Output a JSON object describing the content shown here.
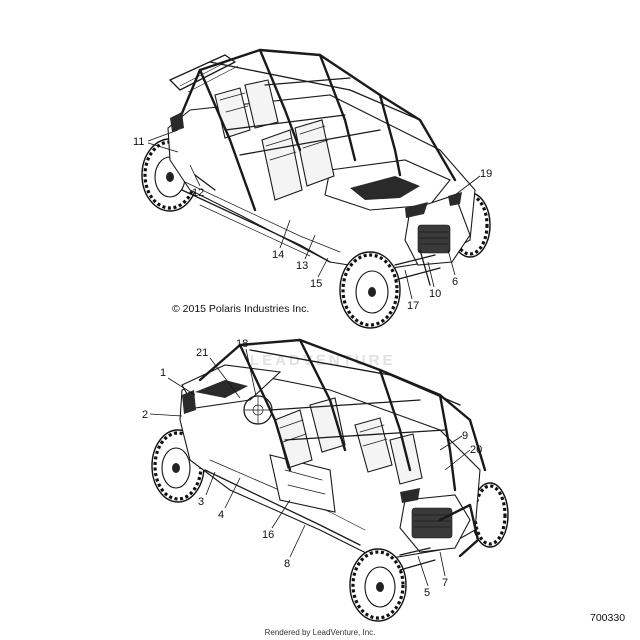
{
  "diagram": {
    "copyright": "© 2015 Polaris Industries Inc.",
    "part_number": "700330",
    "footer": "Rendered by LeadVenture, Inc.",
    "watermark": "LEADVENTURE",
    "upper_view_callouts": [
      "11",
      "12",
      "14",
      "13",
      "15",
      "17",
      "10",
      "6",
      "19"
    ],
    "lower_view_callouts": [
      "1",
      "2",
      "3",
      "4",
      "21",
      "18",
      "16",
      "8",
      "5",
      "7",
      "9",
      "20"
    ]
  }
}
